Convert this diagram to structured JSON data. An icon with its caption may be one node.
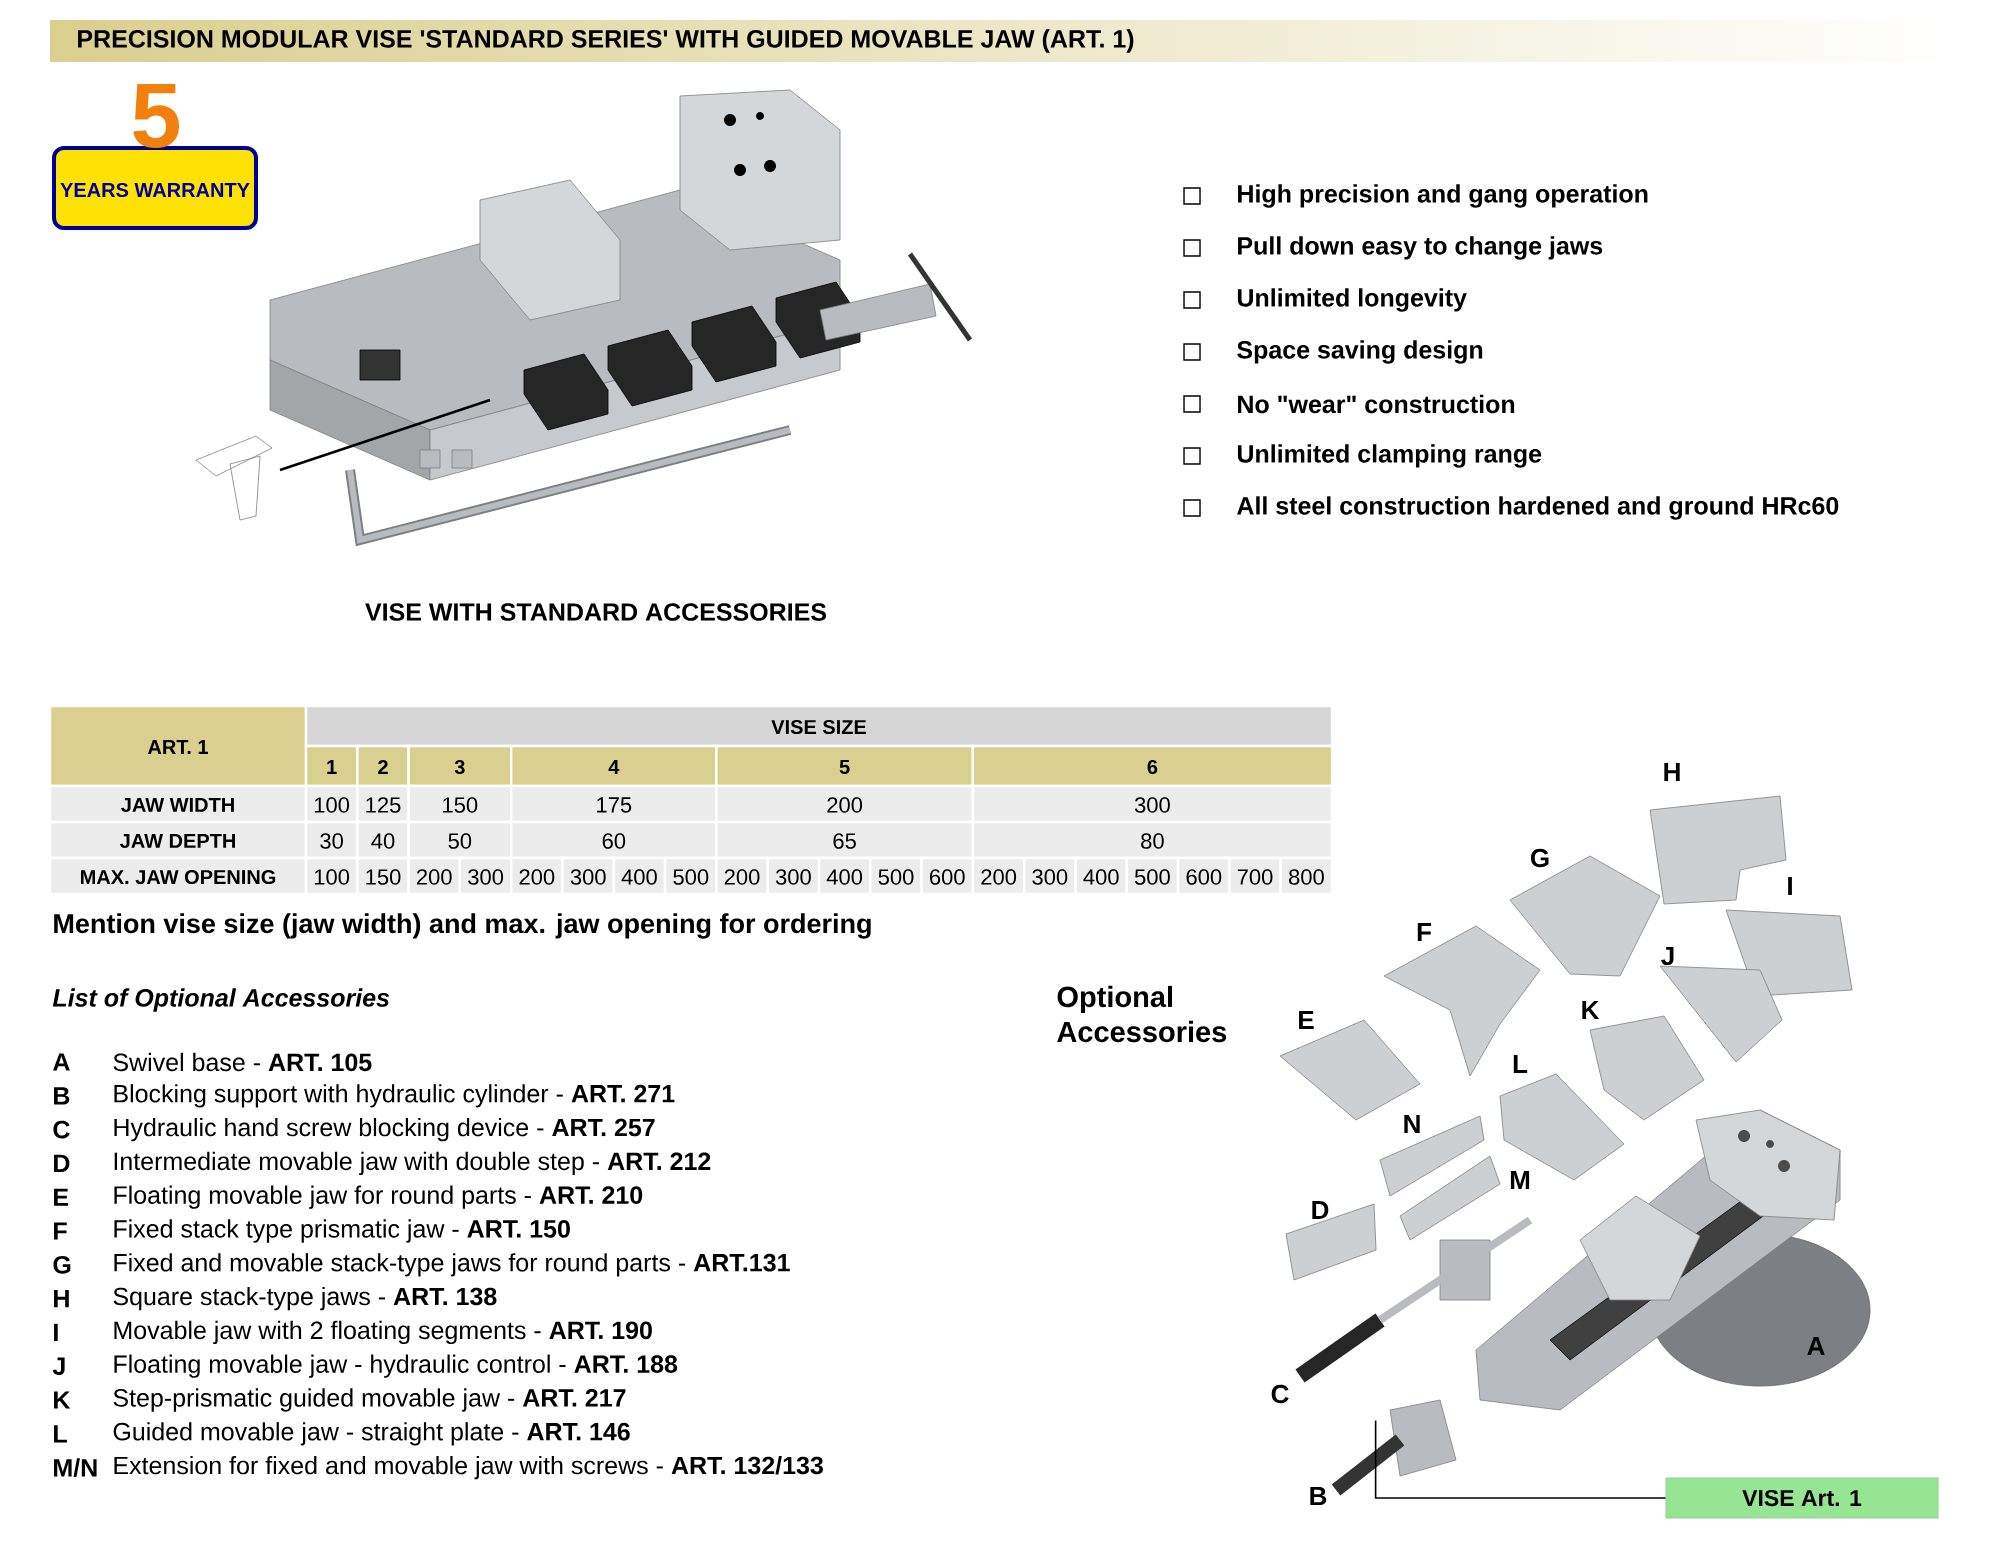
{
  "diagram": {
    "title": "PRECISION MODULAR VISE 'STANDARD SERIES' WITH GUIDED MOVABLE JAW  (ART. 1)",
    "nodes": [
      {
        "text": [],
        "shape": "picture"
      },
      {
        "text": [
          "VISE Art. 1"
        ]
      }
    ],
    "edges": [
      {
        "from": 1,
        "to": 0,
        "arrow": "none"
      }
    ],
    "labels": [
      "5",
      "YEARS WARRANTY",
      "High precision and gang operation",
      "Pull down easy to change jaws",
      "Unlimited longevity",
      "Space saving design",
      "No \"wear\" construction",
      "Unlimited clamping range",
      "All steel construction hardened and ground HRc60",
      "VISE WITH STANDARD ACCESSORIES",
      "ART. 1",
      "VISE SIZE",
      "1",
      "2",
      "3",
      "4",
      "5",
      "6",
      "JAW WIDTH",
      "100",
      "125",
      "150",
      "175",
      "200",
      "300",
      "JAW DEPTH",
      "30",
      "40",
      "50",
      "60",
      "65",
      "80",
      "MAX. JAW OPENING",
      "100",
      "150",
      "200",
      "300",
      "200",
      "300",
      "400",
      "500",
      "200",
      "300",
      "400",
      "500",
      "600",
      "200",
      "300",
      "400",
      "500",
      "600",
      "700",
      "800",
      "Mention vise size (jaw width) and max. jaw opening for ordering",
      "List of Optional Accessories",
      "A",
      "Swivel base - **ART. 105**",
      "B",
      "Blocking support with hydraulic cylinder - **ART. 271**",
      "C",
      "Hydraulic hand screw blocking device - **ART. 257**",
      "D",
      "Intermediate movable jaw with double step - **ART. 212**",
      "E",
      "Floating movable jaw for round parts - **ART. 210**",
      "F",
      "Fixed stack type prismatic jaw - **ART. 150**",
      "G",
      "Fixed and movable stack-type jaws for round parts - **ART.131**",
      "H",
      "Square stack-type jaws - **ART. 138**",
      "I",
      "Movable jaw with 2 floating segments - **ART. 190**",
      "J",
      "Floating movable jaw - hydraulic control - **ART. 188**",
      "K",
      "Step-prismatic guided movable jaw - **ART. 217**",
      "L",
      "Guided movable jaw - straight plate - **ART. 146**",
      "M/N",
      "Extension for fixed and movable jaw with screws - **ART. 132/133**",
      "Optional Accessories",
      "H",
      "G",
      "I",
      "F",
      "J",
      "E",
      "K",
      "L",
      "N",
      "M",
      "D",
      "C",
      "A",
      "B"
    ]
  }
}
